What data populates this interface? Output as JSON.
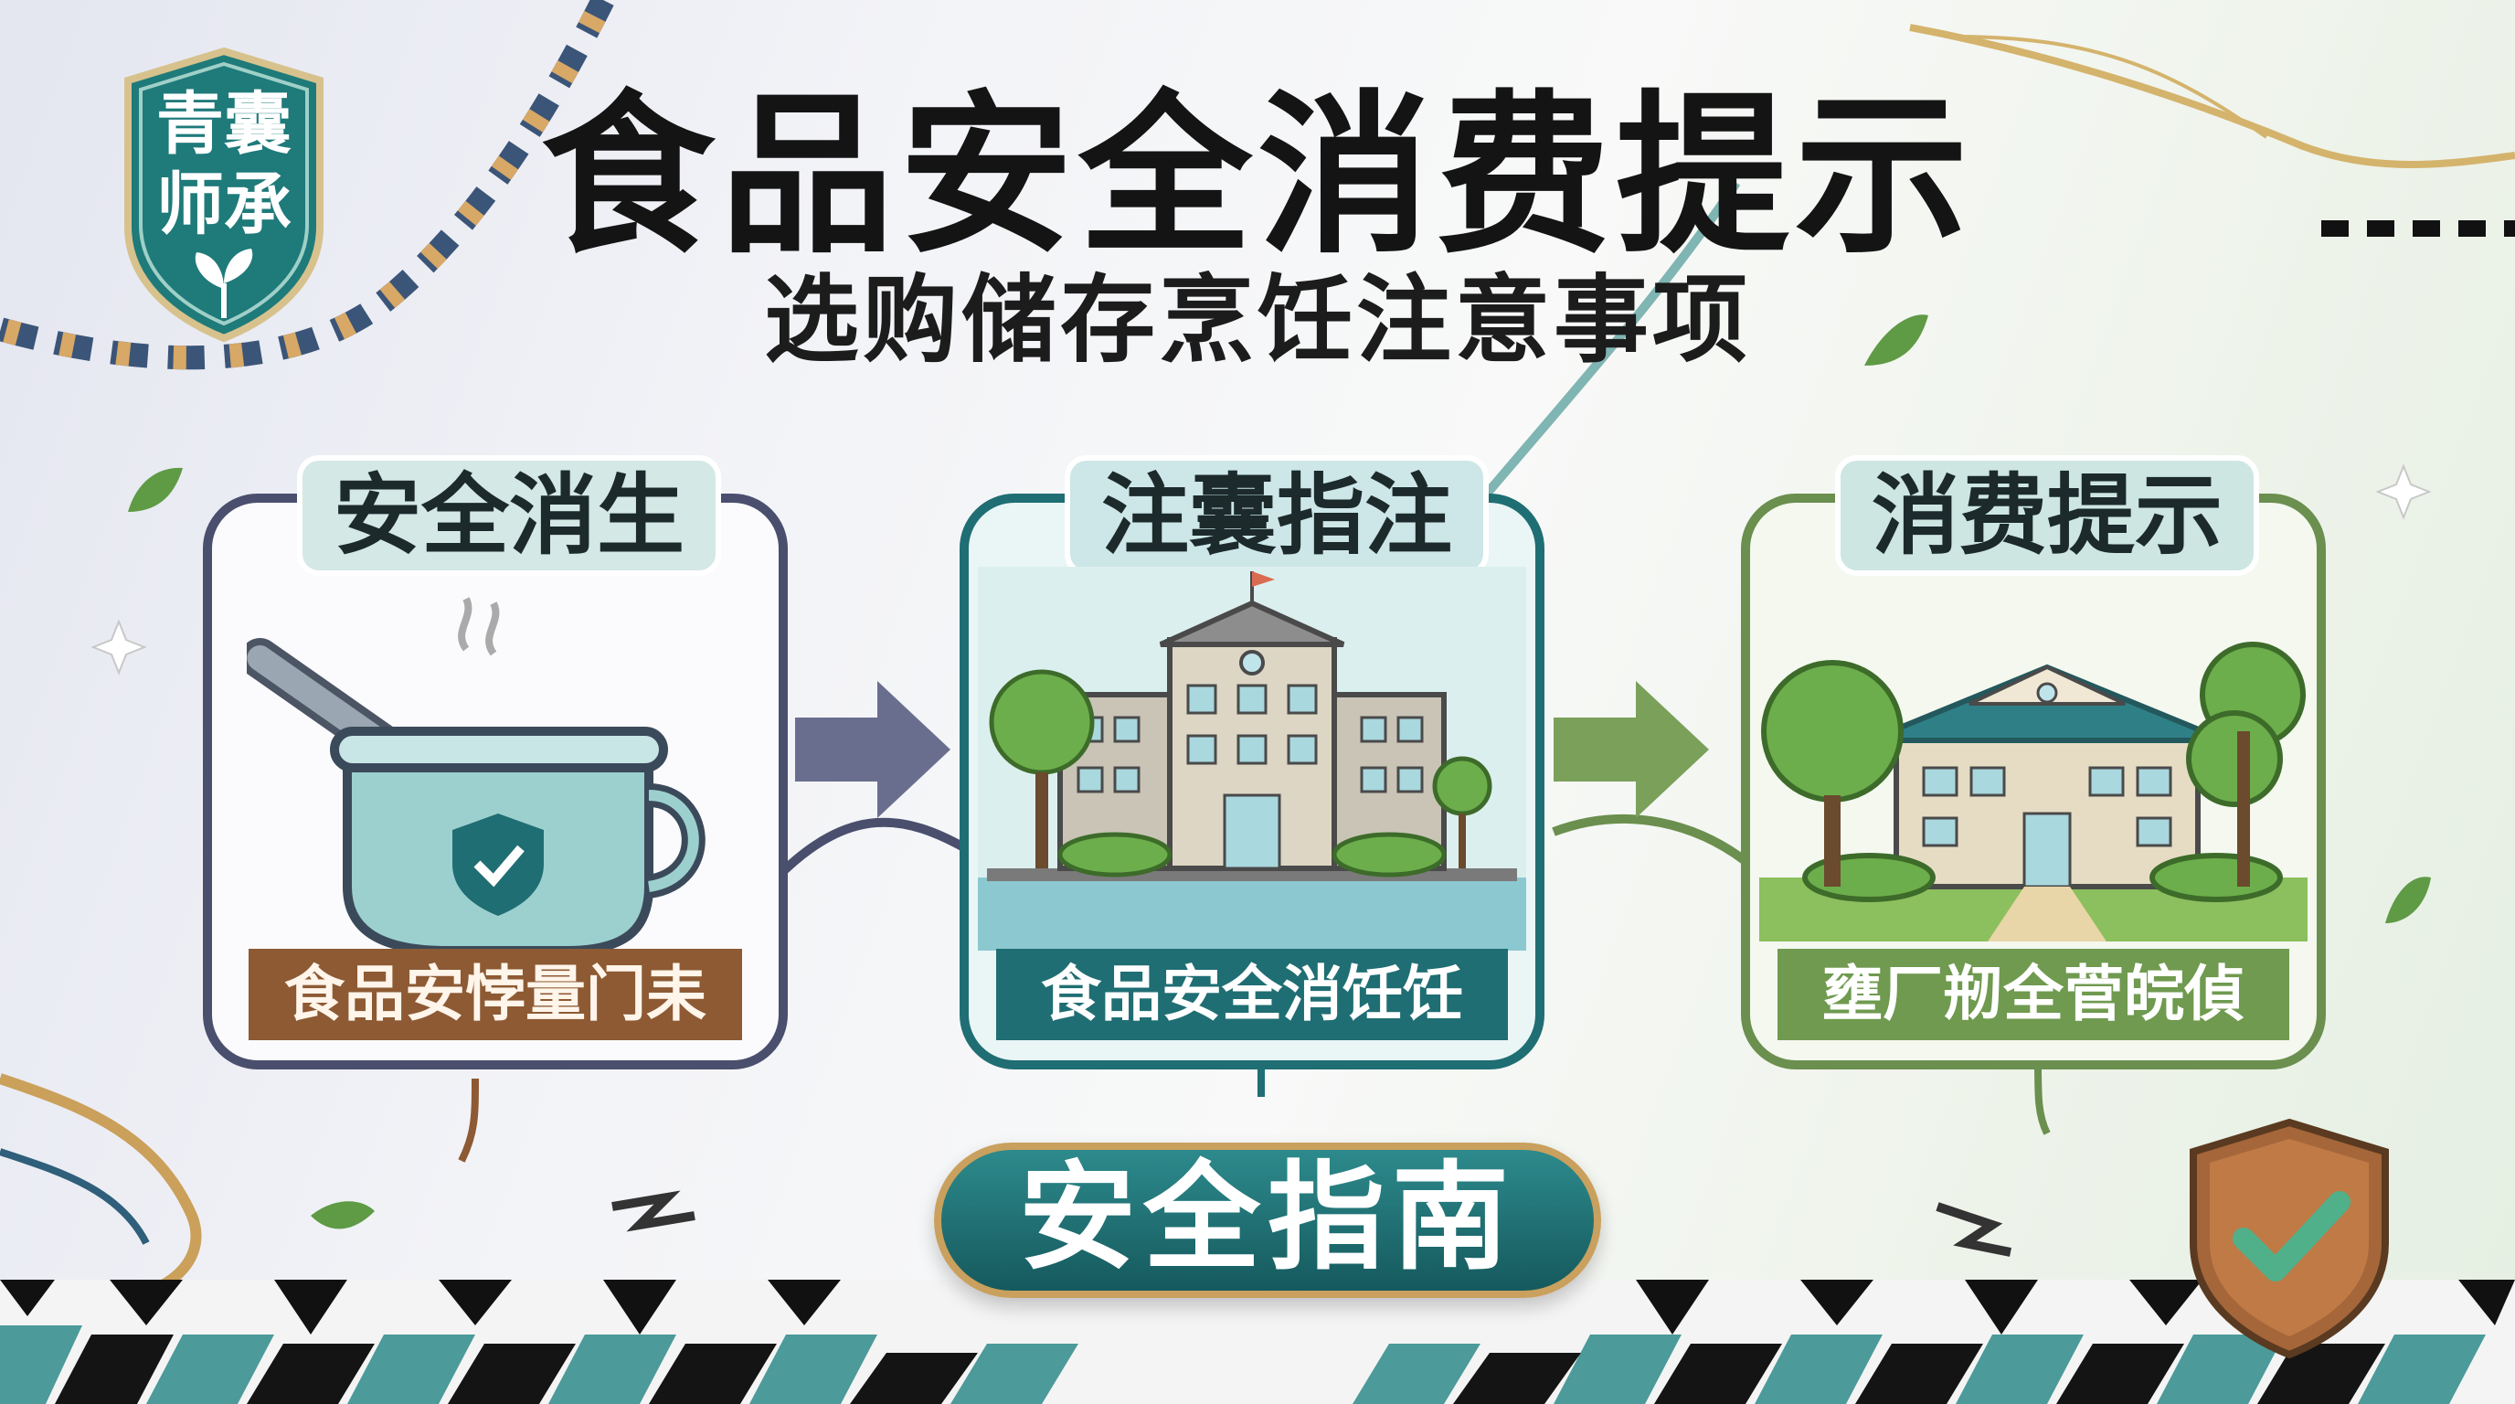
{
  "header": {
    "title": "食品安全消费提示",
    "subtitle": "选购储存烹饪注意事项"
  },
  "logo": {
    "line1": "青囊",
    "line2": "师承",
    "icon": "leaf-sprout-icon"
  },
  "panels": [
    {
      "title": "安全消生",
      "caption": "食品安悖量门耒",
      "icon": "pot-shield-icon",
      "color": "#4a4f6e"
    },
    {
      "title": "注囊指注",
      "caption": "食品安全消饪饪",
      "icon": "school-building-icon",
      "color": "#1f6e73"
    },
    {
      "title": "消费提示",
      "caption": "壅厂剏全菅皖偵",
      "icon": "house-trees-icon",
      "color": "#6b8f4e"
    }
  ],
  "main_button": {
    "label": "安全指南"
  },
  "badge": {
    "icon": "shield-check-icon"
  },
  "colors": {
    "teal": "#1f6e73",
    "brown": "#8d5a34",
    "green": "#6f9a4f",
    "gold": "#c9a05d"
  }
}
